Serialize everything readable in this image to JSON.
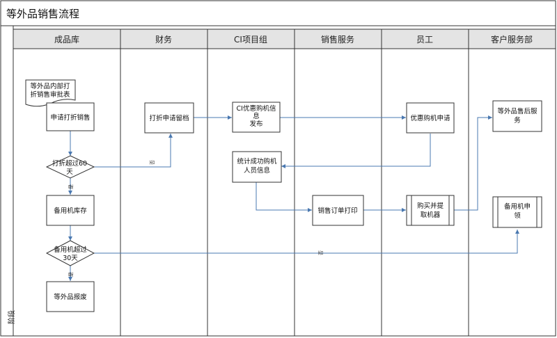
{
  "diagram": {
    "title": "等外品销售流程",
    "stage_label": "阶段",
    "lanes": [
      "成品库",
      "财务",
      "CI项目组",
      "销售服务",
      "员工",
      "客户服务部"
    ],
    "nodes": {
      "doc_form": [
        "等外品内部打",
        "折销售审批表"
      ],
      "apply_discount": [
        "申请打折销售"
      ],
      "decision_60": [
        "打折超过60",
        "天"
      ],
      "spare_stock": [
        "备用机库存"
      ],
      "decision_30": [
        "备用机超过",
        "30天"
      ],
      "scrap": [
        "等外品报废"
      ],
      "finance_archive": [
        "打折申请留档"
      ],
      "ci_publish": [
        "CI优惠购机信",
        "息",
        "发布"
      ],
      "ci_stats": [
        "统计成功购机",
        "人员信息"
      ],
      "sales_print": [
        "销售订单打印"
      ],
      "emp_apply": [
        "优惠购机申请"
      ],
      "emp_buy": [
        "购买并提",
        "取机器"
      ],
      "cs_after": [
        "等外品售后服",
        "务"
      ],
      "cs_spare": [
        "备用机申",
        "领"
      ]
    },
    "edge_labels": {
      "no_60": "否",
      "yes_60": "是",
      "no_30": "否",
      "yes_30": "是"
    }
  }
}
